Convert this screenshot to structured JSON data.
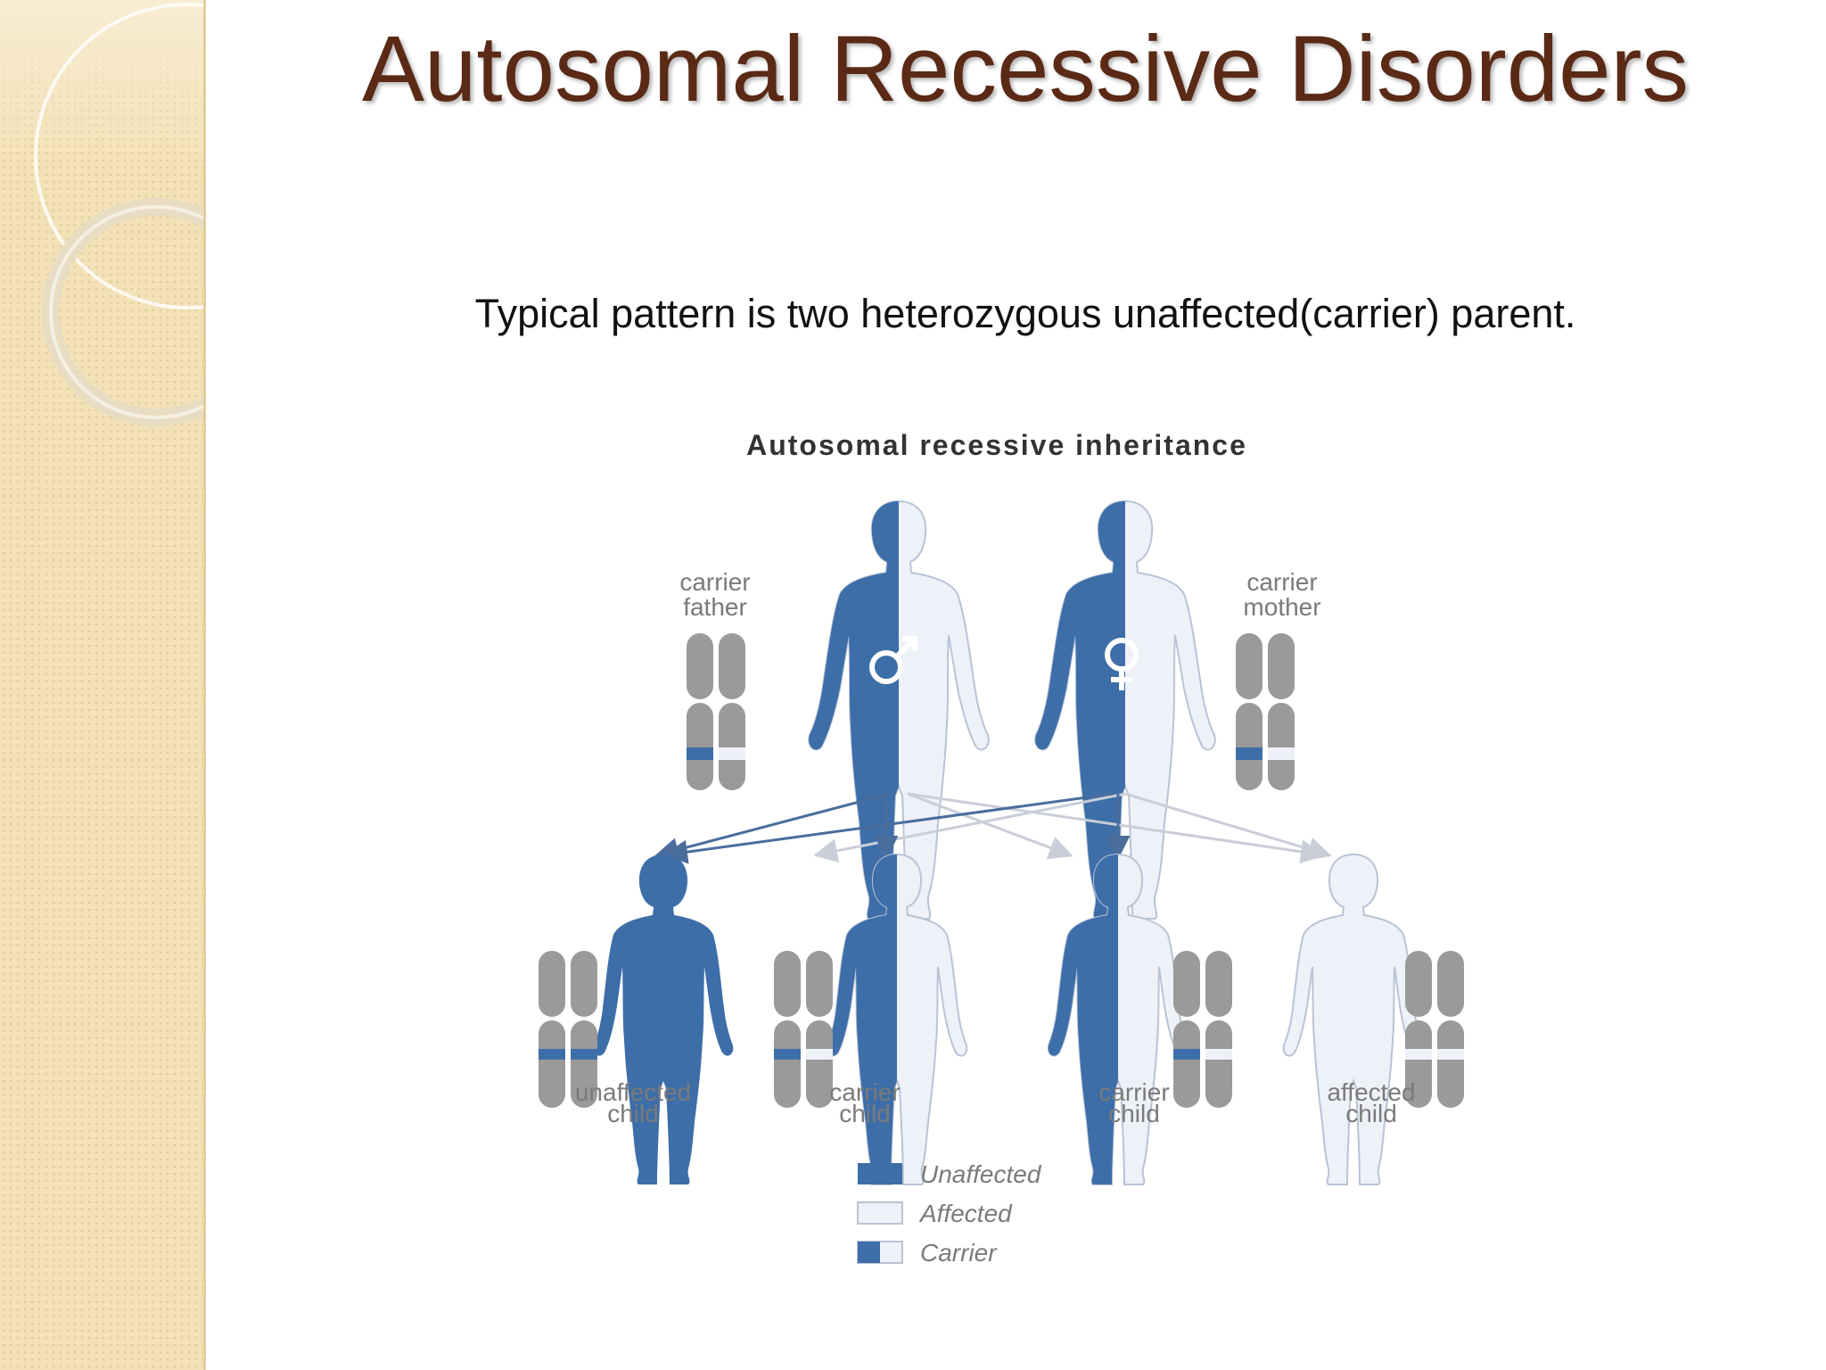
{
  "slide": {
    "title": "Autosomal Recessive Disorders",
    "subtitle": "Typical pattern is two heterozygous unaffected(carrier) parent."
  },
  "diagram": {
    "title": "Autosomal recessive inheritance",
    "parents": {
      "father": {
        "line1": "carrier",
        "line2": "father",
        "symbol": "male-symbol-icon"
      },
      "mother": {
        "line1": "carrier",
        "line2": "mother",
        "symbol": "female-symbol-icon"
      }
    },
    "children": [
      {
        "line1": "unaffected",
        "line2": "child"
      },
      {
        "line1": "carrier",
        "line2": "child"
      },
      {
        "line1": "carrier",
        "line2": "child"
      },
      {
        "line1": "affected",
        "line2": "child"
      }
    ],
    "legend": [
      {
        "label": "Unaffected"
      },
      {
        "label": "Affected"
      },
      {
        "label": "Carrier"
      }
    ],
    "colors": {
      "unaffected": "#3d6ea8",
      "affected": "#eef1f8",
      "chromosome": "#9a9a9a",
      "arrow_dark": "#4a6d9c",
      "arrow_light": "#c9ced8"
    }
  },
  "theme": {
    "title_color": "#5a2a16",
    "sidebar_color": "#f3e2b8"
  }
}
